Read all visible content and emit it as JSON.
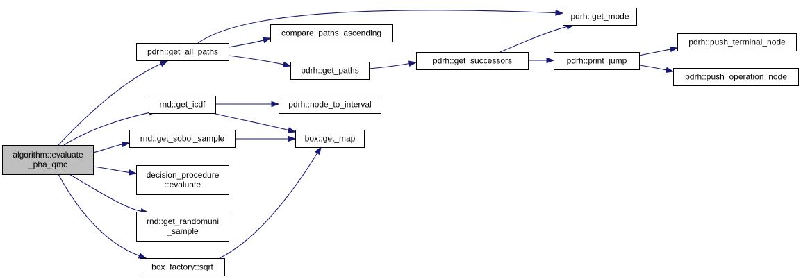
{
  "graph": {
    "root": "algorithm::evaluate_pha_qmc",
    "colors": {
      "edge": "#191970",
      "root_fill": "#bfbfbf",
      "node_fill": "#ffffff",
      "border": "#000000"
    },
    "nodes": [
      {
        "id": "root",
        "lines": [
          "algorithm::evaluate",
          "_pha_qmc"
        ]
      },
      {
        "id": "get_all_paths",
        "lines": [
          "pdrh::get_all_paths"
        ]
      },
      {
        "id": "get_mode",
        "lines": [
          "pdrh::get_mode"
        ]
      },
      {
        "id": "compare_paths_ascending",
        "lines": [
          "compare_paths_ascending"
        ]
      },
      {
        "id": "get_paths",
        "lines": [
          "pdrh::get_paths"
        ]
      },
      {
        "id": "get_successors",
        "lines": [
          "pdrh::get_successors"
        ]
      },
      {
        "id": "print_jump",
        "lines": [
          "pdrh::print_jump"
        ]
      },
      {
        "id": "push_terminal_node",
        "lines": [
          "pdrh::push_terminal_node"
        ]
      },
      {
        "id": "push_operation_node",
        "lines": [
          "pdrh::push_operation_node"
        ]
      },
      {
        "id": "get_icdf",
        "lines": [
          "rnd::get_icdf"
        ]
      },
      {
        "id": "node_to_interval",
        "lines": [
          "pdrh::node_to_interval"
        ]
      },
      {
        "id": "get_sobol_sample",
        "lines": [
          "rnd::get_sobol_sample"
        ]
      },
      {
        "id": "get_map",
        "lines": [
          "box::get_map"
        ]
      },
      {
        "id": "evaluate",
        "lines": [
          "decision_procedure",
          "::evaluate"
        ]
      },
      {
        "id": "get_randomuni_sample",
        "lines": [
          "rnd::get_randomuni",
          "_sample"
        ]
      },
      {
        "id": "sqrt",
        "lines": [
          "box_factory::sqrt"
        ]
      }
    ],
    "edges": [
      {
        "from": "root",
        "to": "get_all_paths"
      },
      {
        "from": "root",
        "to": "get_icdf"
      },
      {
        "from": "root",
        "to": "get_sobol_sample"
      },
      {
        "from": "root",
        "to": "evaluate"
      },
      {
        "from": "root",
        "to": "get_randomuni_sample"
      },
      {
        "from": "root",
        "to": "sqrt"
      },
      {
        "from": "get_all_paths",
        "to": "get_mode"
      },
      {
        "from": "get_all_paths",
        "to": "compare_paths_ascending"
      },
      {
        "from": "get_all_paths",
        "to": "get_paths"
      },
      {
        "from": "get_paths",
        "to": "get_successors"
      },
      {
        "from": "get_successors",
        "to": "get_mode"
      },
      {
        "from": "get_successors",
        "to": "print_jump"
      },
      {
        "from": "print_jump",
        "to": "push_terminal_node"
      },
      {
        "from": "print_jump",
        "to": "push_operation_node"
      },
      {
        "from": "get_icdf",
        "to": "node_to_interval"
      },
      {
        "from": "get_icdf",
        "to": "get_map"
      },
      {
        "from": "get_sobol_sample",
        "to": "get_map"
      },
      {
        "from": "sqrt",
        "to": "get_map"
      }
    ]
  }
}
